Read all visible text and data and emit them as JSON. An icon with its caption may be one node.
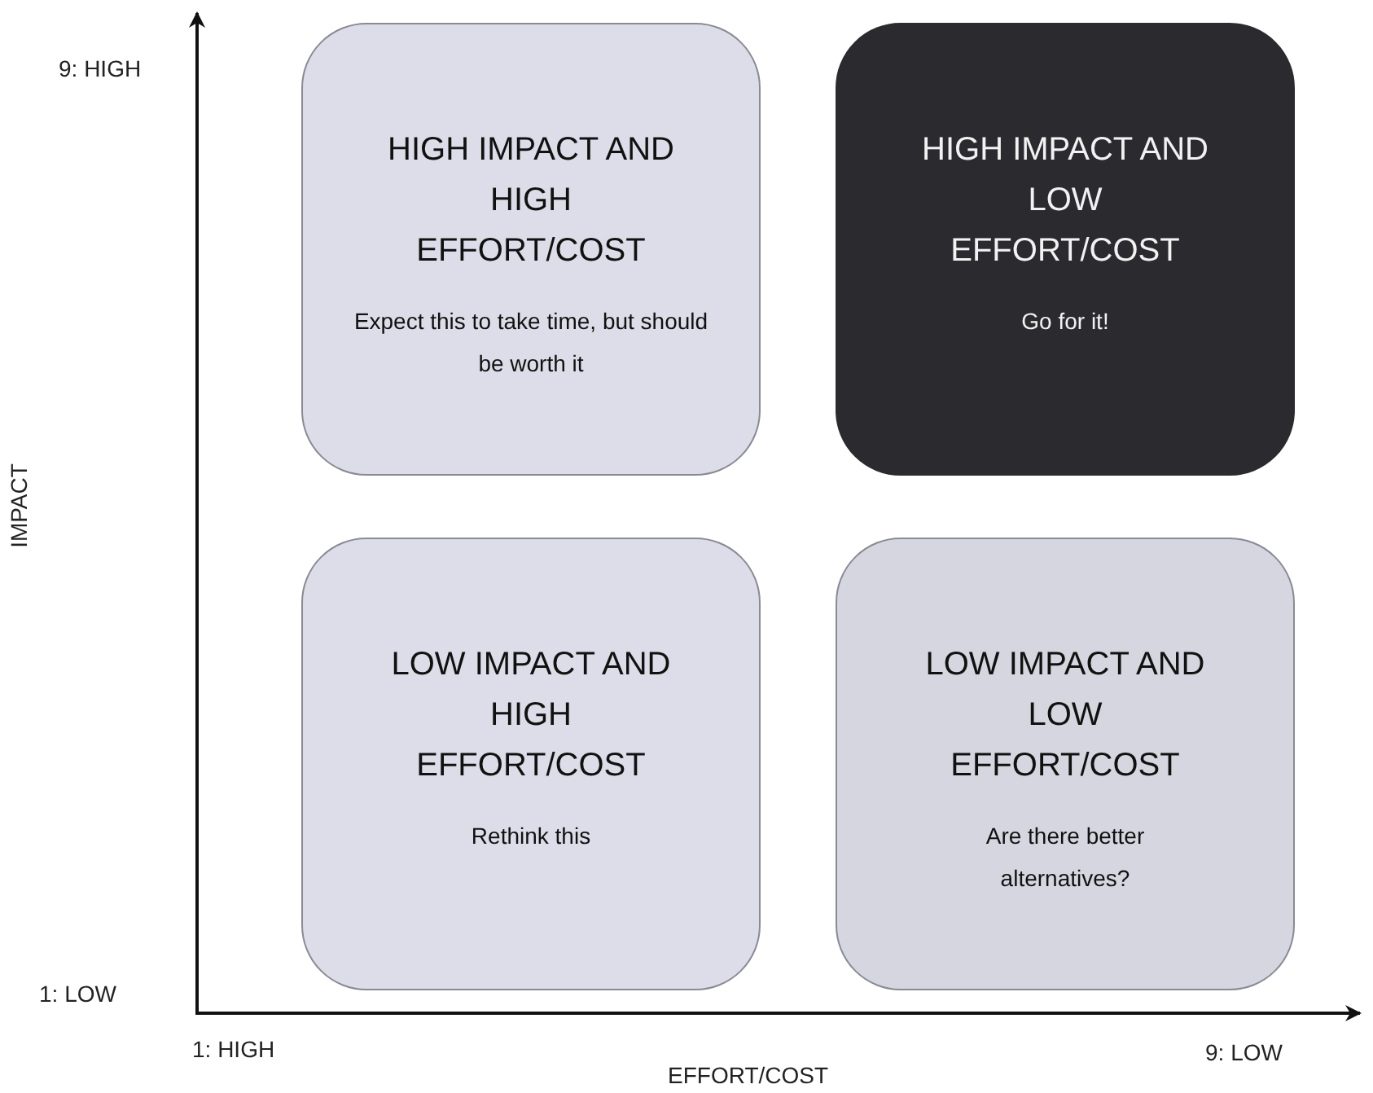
{
  "diagram": {
    "nodes": [
      {
        "text": [
          "HIGH IMPACT AND HIGH EFFORT/COST",
          "Expect this to take time, but should be worth it"
        ]
      },
      {
        "text": [
          "HIGH IMPACT AND LOW EFFORT/COST",
          "Go for it!"
        ]
      },
      {
        "text": [
          "LOW IMPACT AND HIGH EFFORT/COST",
          "Rethink this"
        ]
      },
      {
        "text": [
          "LOW IMPACT AND LOW EFFORT/COST",
          "Are there better alternatives?"
        ]
      }
    ],
    "labels": [
      "9: HIGH",
      "IMPACT",
      "1: LOW",
      "1: HIGH",
      "9: LOW",
      "EFFORT/COST"
    ]
  }
}
